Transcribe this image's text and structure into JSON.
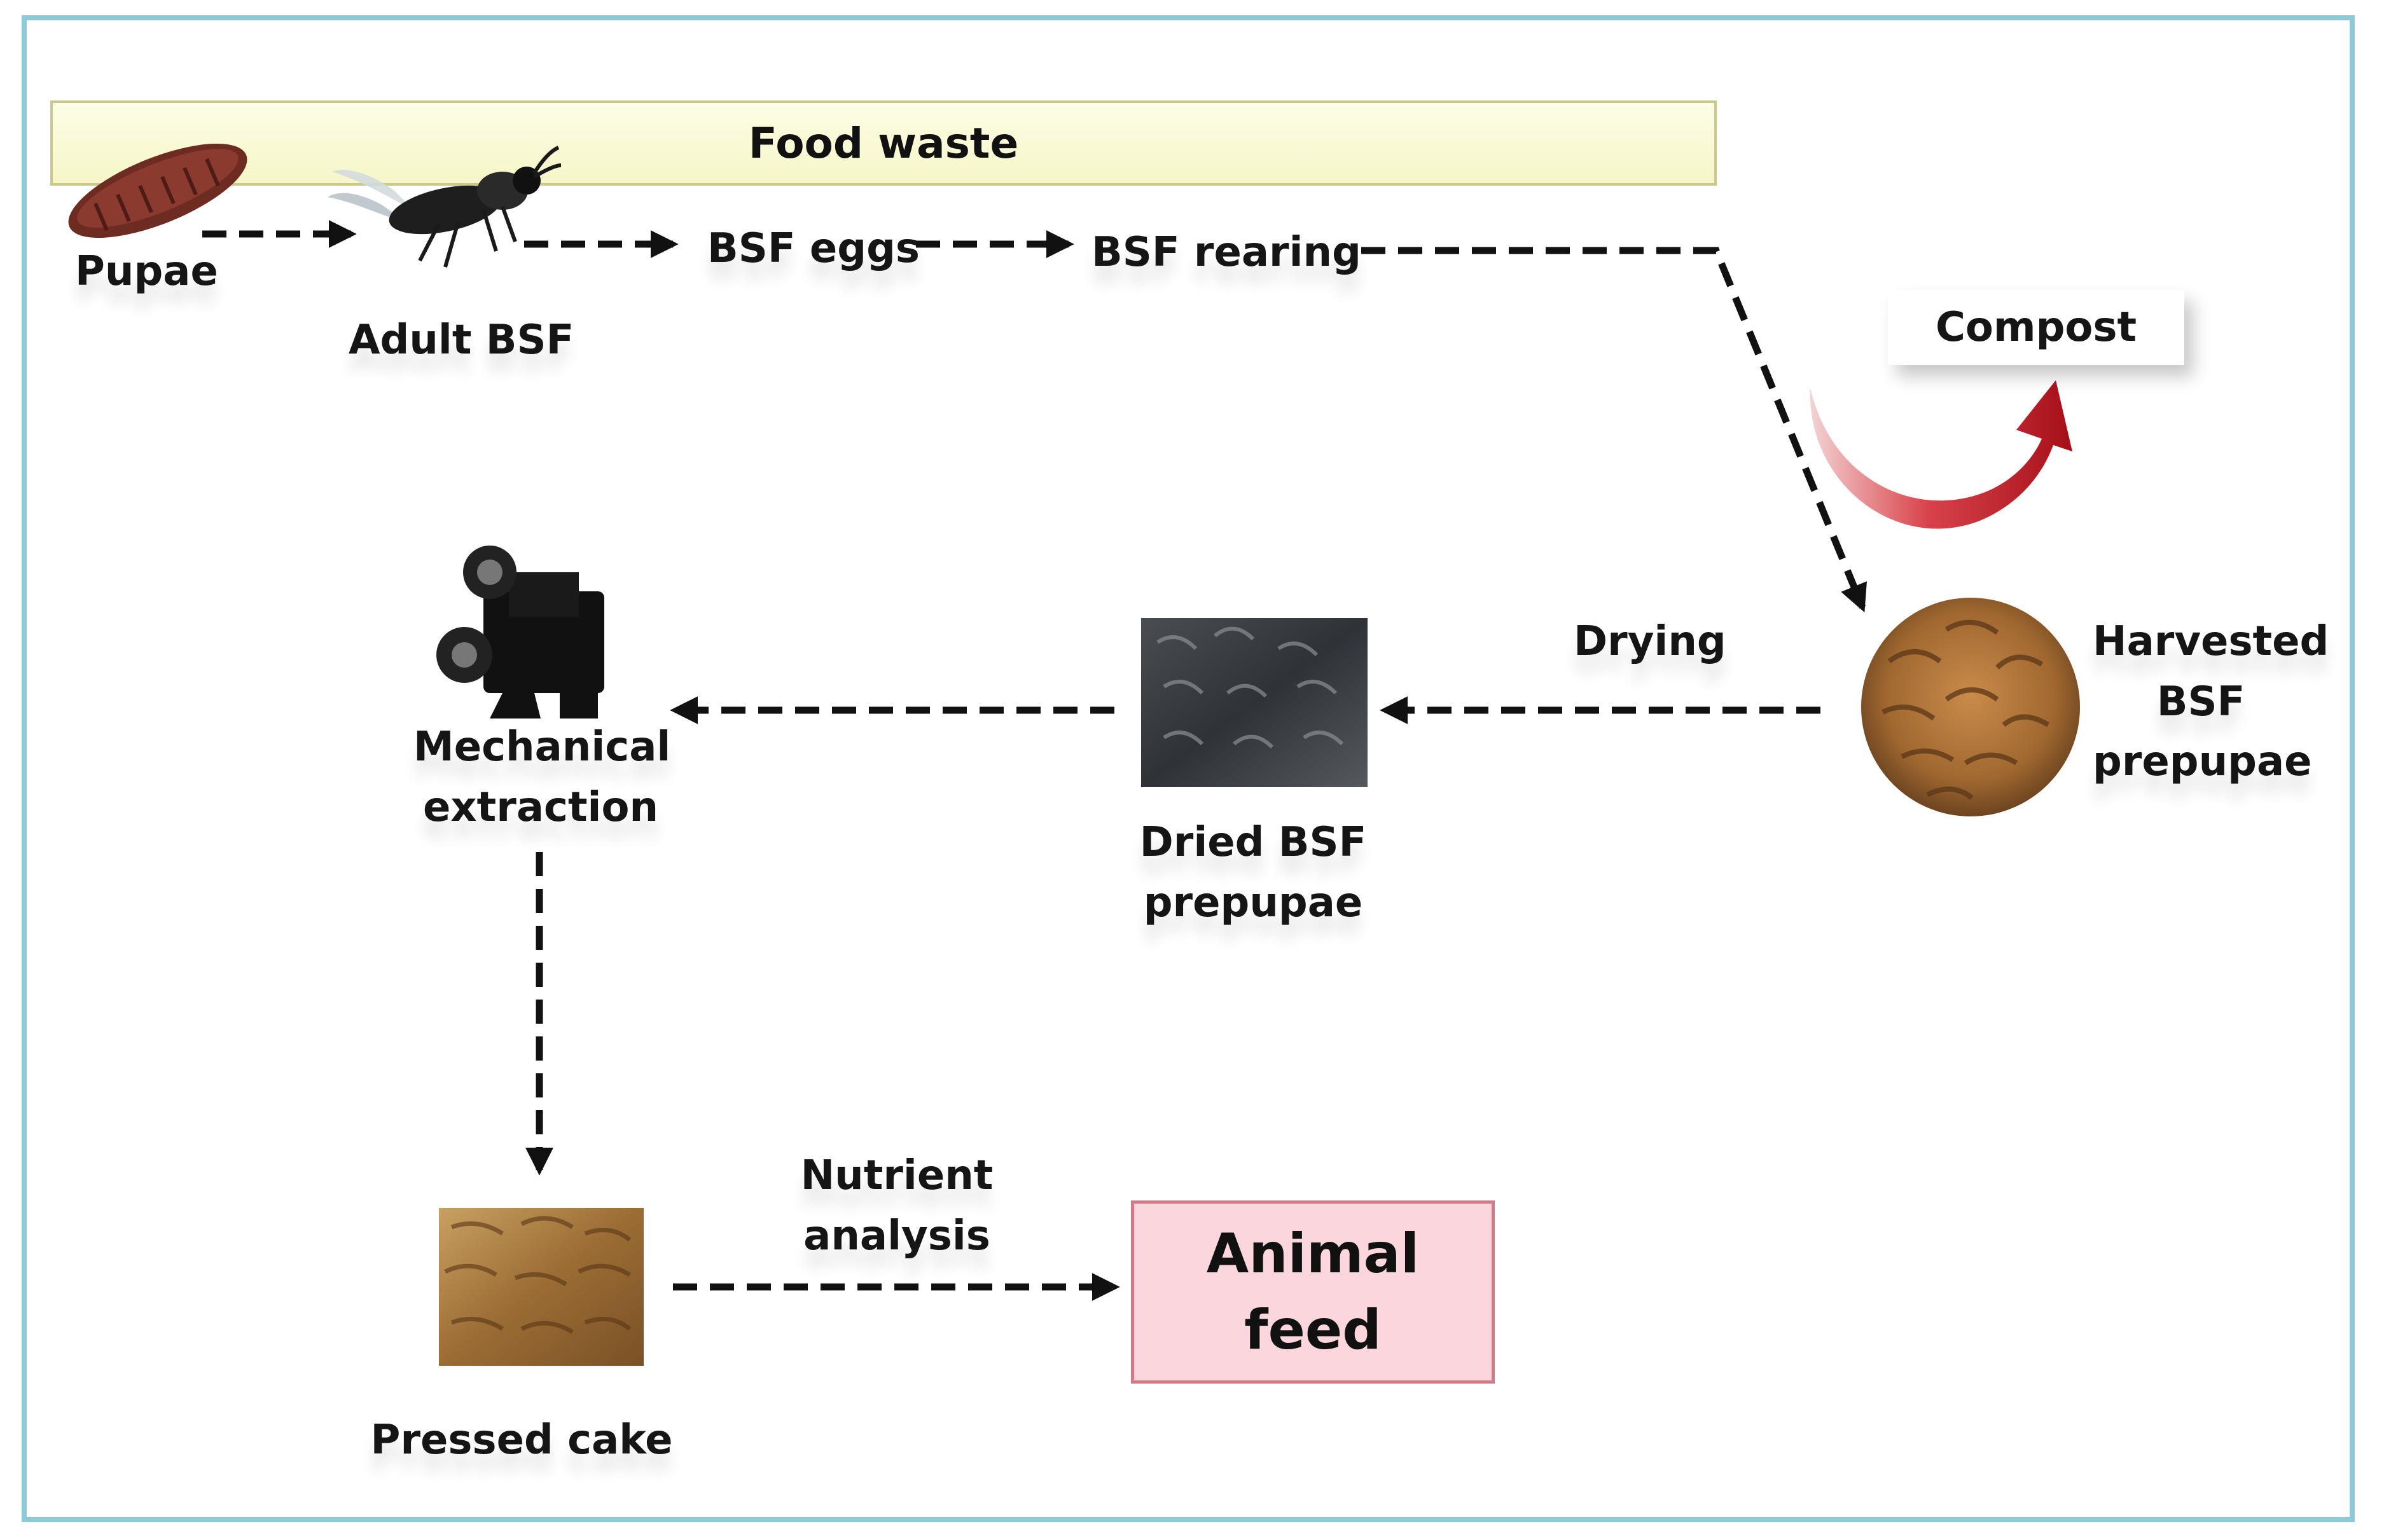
{
  "banner": {
    "label": "Food waste"
  },
  "stages": {
    "pupae": "Pupae",
    "adult_bsf": "Adult BSF",
    "bsf_eggs": "BSF eggs",
    "bsf_rearing": "BSF rearing",
    "compost": "Compost",
    "harvested_prepupae": "Harvested\nBSF\nprepupae",
    "drying": "Drying",
    "dried_prepupae": "Dried BSF\nprepupae",
    "mechanical_extraction": "Mechanical\nextraction",
    "pressed_cake": "Pressed cake",
    "nutrient_analysis": "Nutrient\nanalysis",
    "animal_feed": "Animal\nfeed"
  },
  "colors": {
    "frame": "#8fc9d8",
    "banner_fill": "#f8f8cf",
    "feed_fill": "#fbd6dc",
    "feed_border": "#d47a86",
    "compost_arrow": "#b3131b",
    "connector": "#111111"
  },
  "icons": [
    "pupa-icon",
    "adult-fly-icon",
    "larvae-pile-icon",
    "dried-larvae-icon",
    "extraction-machine-icon",
    "pressed-cake-icon",
    "compost-arrow-icon"
  ]
}
